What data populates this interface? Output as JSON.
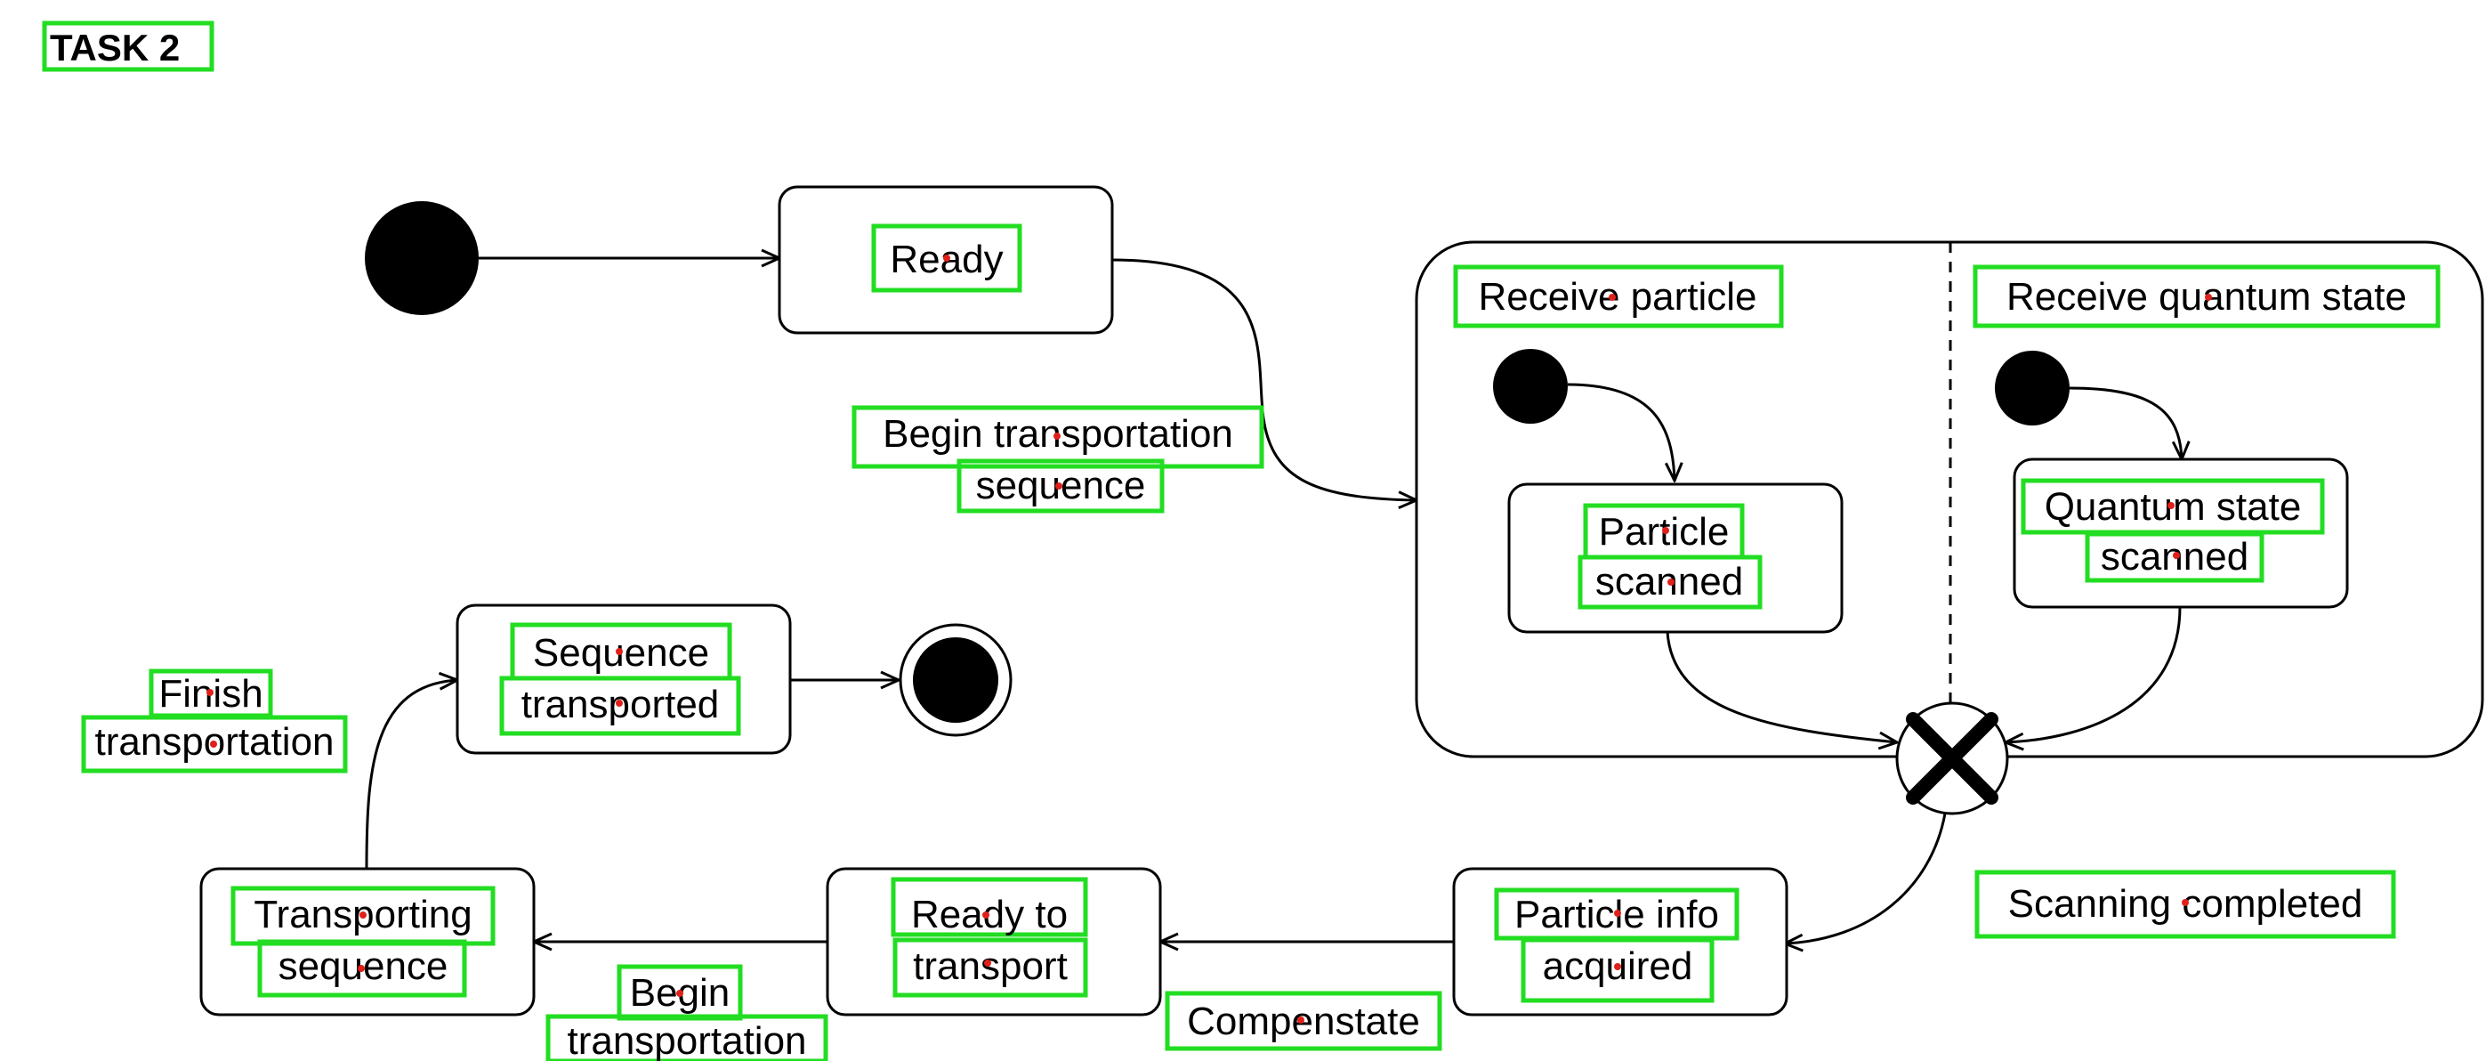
{
  "title": "TASK 2",
  "colors": {
    "highlight": "#22dd22",
    "marker": "#e0201a",
    "stroke": "#000000",
    "background": "#ffffff"
  },
  "states": {
    "ready": "Ready",
    "composite": {
      "region_left_title": "Receive particle",
      "region_right_title": "Receive quantum state",
      "particle_scanned": [
        "Particle",
        "scanned"
      ],
      "quantum_state_scanned": [
        "Quantum state",
        "scanned"
      ]
    },
    "particle_info_acquired": [
      "Particle info",
      "acquired"
    ],
    "ready_to_transport": [
      "Ready to",
      "transport"
    ],
    "transporting_sequence": [
      "Transporting",
      "sequence"
    ],
    "sequence_transported": [
      "Sequence",
      "transported"
    ]
  },
  "transitions": {
    "begin_transportation_sequence": [
      "Begin transportation",
      "sequence"
    ],
    "scanning_completed": "Scanning completed",
    "compensate": "Compenstate",
    "begin_transportation": [
      "Begin",
      "transportation"
    ],
    "finish_transportation": [
      "Finish",
      "transportation"
    ]
  },
  "icons": {
    "initial": "filled-circle",
    "final": "bullseye",
    "join": "circle-x"
  }
}
